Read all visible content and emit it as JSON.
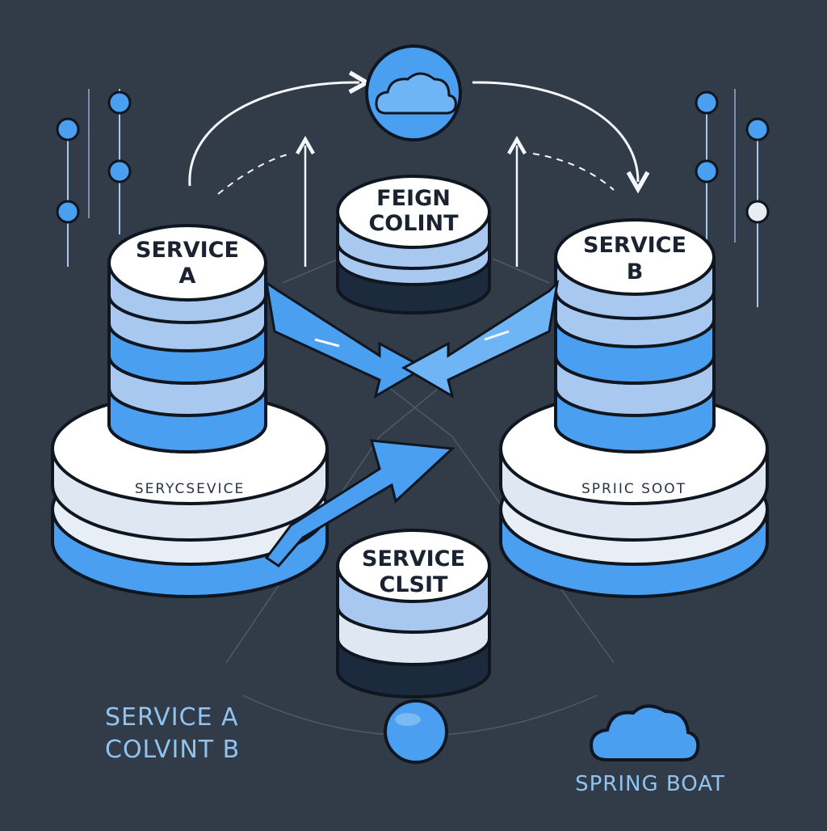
{
  "nodes": {
    "service_a": {
      "line1": "SERVICE",
      "line2": "A",
      "base_label": "SERYCSEVICE"
    },
    "service_b": {
      "line1": "SERVICE",
      "line2": "B",
      "base_label": "SPRIIC SOOT"
    },
    "feign_client": {
      "line1": "FEIGN",
      "line2": "COLINT"
    },
    "service_client": {
      "line1": "SERVICE",
      "line2": "CLSIT"
    }
  },
  "captions": {
    "left_line1": "SERVICE A",
    "left_line2": "COLVINT B",
    "right": "SPRING BOAT"
  },
  "colors": {
    "background": "#323c48",
    "accent_blue": "#4a9ff0",
    "light_blue": "#a8c8f0",
    "white": "#f4f7fb",
    "outline": "#0f1620"
  },
  "icons": [
    "cloud-icon",
    "cloud-icon",
    "node-dot-icon"
  ]
}
